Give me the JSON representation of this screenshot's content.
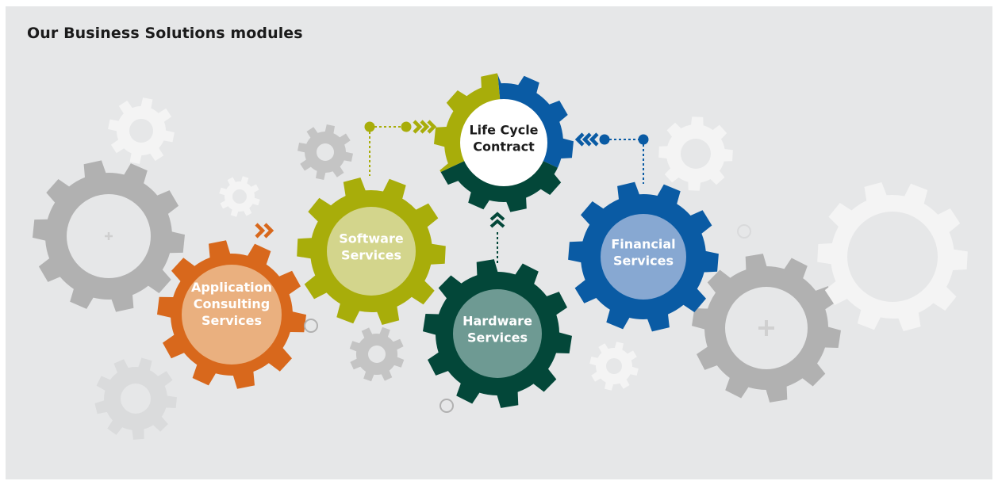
{
  "title": "Our Business Solutions modules",
  "colors": {
    "background": "#e6e7e8",
    "orange": "#d8681c",
    "lime": "#a8ad0a",
    "dark_green": "#034739",
    "blue": "#0a5ba4",
    "gray_gear": "#b1b1b1",
    "light_gear": "#f4f4f4",
    "text_dark": "#1b1b1b"
  },
  "modules": [
    {
      "id": "application-consulting",
      "lines": [
        "Application",
        "Consulting",
        "Services"
      ]
    },
    {
      "id": "software",
      "lines": [
        "Software",
        "Services"
      ]
    },
    {
      "id": "life-cycle-contract",
      "lines": [
        "Life Cycle",
        "Contract"
      ]
    },
    {
      "id": "hardware",
      "lines": [
        "Hardware",
        "Services"
      ]
    },
    {
      "id": "financial",
      "lines": [
        "Financial",
        "Services"
      ]
    }
  ],
  "connectors": [
    {
      "id": "software-to-lifecycle",
      "icon": "chevron-right-icon"
    },
    {
      "id": "financial-to-lifecycle",
      "icon": "chevron-left-icon"
    },
    {
      "id": "hardware-to-lifecycle",
      "icon": "chevron-up-icon"
    },
    {
      "id": "consulting-to-software",
      "icon": "chevron-right-icon"
    }
  ],
  "gear_plus_icon": "plus-icon"
}
